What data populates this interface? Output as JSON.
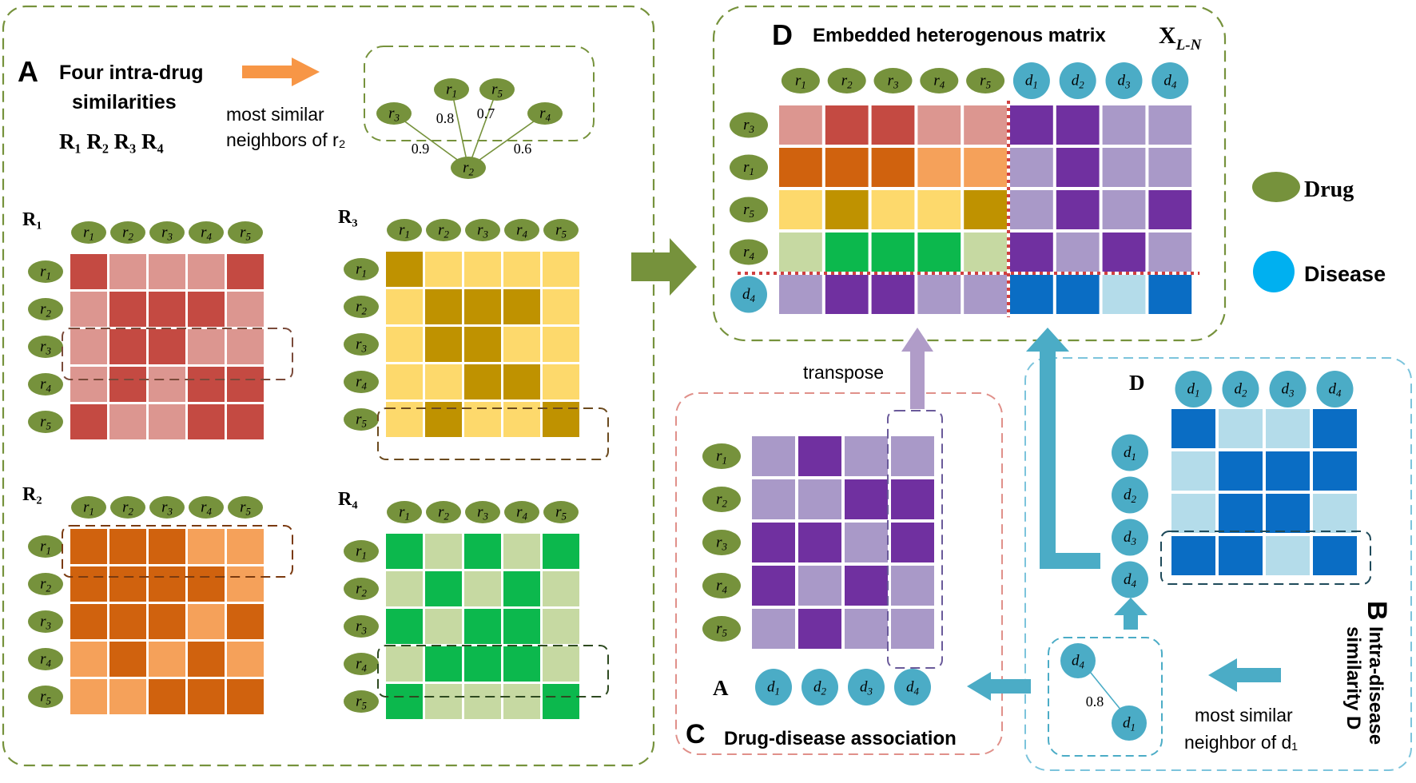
{
  "panelA": {
    "letter": "A",
    "title_line1": "Four intra-drug",
    "title_line2": "similarities",
    "matrices_label": "R₁ R₂ R₃ R₄",
    "neighbors_caption": "most similar",
    "neighbors_caption2": "neighbors of r₂",
    "neighbor_graph": {
      "center": "r2",
      "nodes": [
        "r3",
        "r1",
        "r5",
        "r4"
      ],
      "weights": [
        "0.9",
        "0.8",
        "0.7",
        "0.6"
      ]
    }
  },
  "drug_labels": [
    "r1",
    "r2",
    "r3",
    "r4",
    "r5"
  ],
  "disease_labels": [
    "d1",
    "d2",
    "d3",
    "d4"
  ],
  "matrices": {
    "R1": {
      "label": "R₁",
      "light": "#dc9690",
      "dark": "#c44a42",
      "grid": [
        [
          1,
          0,
          0,
          0,
          1
        ],
        [
          0,
          1,
          1,
          1,
          0
        ],
        [
          0,
          1,
          1,
          0,
          0
        ],
        [
          0,
          1,
          0,
          1,
          1
        ],
        [
          1,
          0,
          0,
          1,
          1
        ]
      ]
    },
    "R2": {
      "label": "R₂",
      "light": "#f5a15a",
      "dark": "#d0620e",
      "grid": [
        [
          1,
          1,
          1,
          0,
          0
        ],
        [
          1,
          1,
          1,
          1,
          0
        ],
        [
          1,
          1,
          1,
          0,
          1
        ],
        [
          0,
          1,
          0,
          1,
          0
        ],
        [
          0,
          0,
          1,
          1,
          1
        ]
      ]
    },
    "R3": {
      "label": "R₃",
      "light": "#fdd96c",
      "dark": "#bf9200",
      "grid": [
        [
          1,
          0,
          0,
          0,
          0
        ],
        [
          0,
          1,
          1,
          1,
          0
        ],
        [
          0,
          1,
          1,
          0,
          0
        ],
        [
          0,
          0,
          1,
          1,
          0
        ],
        [
          0,
          1,
          0,
          0,
          1
        ]
      ]
    },
    "R4": {
      "label": "R₄",
      "light": "#c6d9a2",
      "dark": "#0cb84d",
      "grid": [
        [
          1,
          0,
          1,
          0,
          1
        ],
        [
          0,
          1,
          0,
          1,
          0
        ],
        [
          1,
          0,
          1,
          1,
          0
        ],
        [
          0,
          1,
          1,
          1,
          0
        ],
        [
          1,
          0,
          0,
          0,
          1
        ]
      ]
    }
  },
  "panelC": {
    "letter": "C",
    "title": "Drug-disease association",
    "matrix_label": "A",
    "light": "#a999c8",
    "dark": "#7030a0",
    "grid": [
      [
        0,
        1,
        0,
        0
      ],
      [
        0,
        0,
        1,
        1
      ],
      [
        1,
        1,
        0,
        1
      ],
      [
        1,
        0,
        1,
        0
      ],
      [
        0,
        1,
        0,
        0
      ]
    ]
  },
  "panelB": {
    "letter": "B",
    "title_line1": "Intra-disease",
    "title_line2": "similarity D",
    "matrix_label": "D",
    "light": "#b4dcea",
    "dark": "#0a6dc4",
    "grid": [
      [
        1,
        0,
        0,
        1
      ],
      [
        0,
        1,
        1,
        1
      ],
      [
        0,
        1,
        1,
        0
      ],
      [
        1,
        1,
        0,
        1
      ]
    ],
    "neighbor_caption1": "most similar",
    "neighbor_caption2": "neighbor of d₁",
    "neighbor_graph": {
      "nodes": [
        "d4",
        "d1"
      ],
      "weight": "0.8"
    }
  },
  "panelD": {
    "letter": "D",
    "title": "Embedded heterogenous matrix",
    "symbol": "X",
    "symbol_sub": "L-N",
    "row_labels": [
      "r3",
      "r1",
      "r5",
      "r4",
      "d4"
    ],
    "colors": [
      "#dc9690",
      "#c44a42",
      "#d0620e",
      "#f5a15a",
      "#fdd96c",
      "#bf9200",
      "#c6d9a2",
      "#0cb84d",
      "#a999c8",
      "#7030a0",
      "#0a6dc4",
      "#b4dcea"
    ],
    "grid": [
      [
        0,
        1,
        1,
        0,
        0,
        9,
        9,
        8,
        8
      ],
      [
        2,
        2,
        2,
        3,
        3,
        8,
        9,
        8,
        8
      ],
      [
        4,
        5,
        4,
        4,
        5,
        8,
        9,
        8,
        9
      ],
      [
        6,
        7,
        7,
        7,
        6,
        9,
        8,
        9,
        8
      ],
      [
        8,
        9,
        9,
        8,
        8,
        10,
        10,
        11,
        10
      ]
    ],
    "transpose_label": "transpose"
  },
  "legend": {
    "drug_label": "Drug",
    "disease_label": "Disease",
    "drug_color": "#76923c",
    "disease_color": "#4bacc6"
  }
}
